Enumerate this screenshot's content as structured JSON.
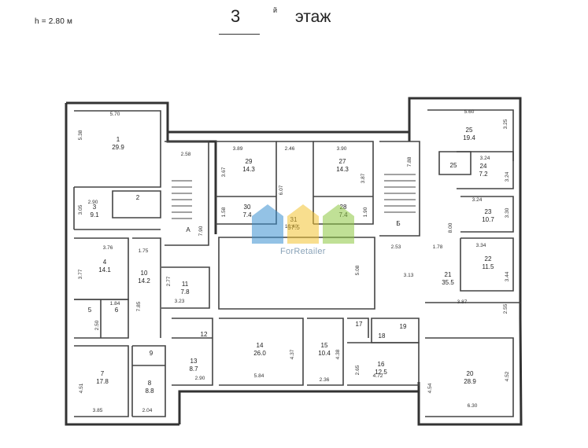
{
  "header": {
    "height_note": "h = 2.80 м",
    "floor_number": "3",
    "floor_suffix": "й",
    "floor_word": "этаж"
  },
  "watermark": {
    "text": "ForRetailer",
    "colors": [
      "#3b8fd0",
      "#f2c232",
      "#8cc63f"
    ]
  },
  "rooms": [
    {
      "num": "1",
      "area": "29.9"
    },
    {
      "num": "2",
      "area": ""
    },
    {
      "num": "3",
      "area": "9.1"
    },
    {
      "num": "4",
      "area": "14.1"
    },
    {
      "num": "5",
      "area": ""
    },
    {
      "num": "6",
      "area": ""
    },
    {
      "num": "7",
      "area": "17.8"
    },
    {
      "num": "8",
      "area": "8.8"
    },
    {
      "num": "9",
      "area": ""
    },
    {
      "num": "10",
      "area": "14.2"
    },
    {
      "num": "11",
      "area": "7.8"
    },
    {
      "num": "12",
      "area": ""
    },
    {
      "num": "13",
      "area": "8.7"
    },
    {
      "num": "14",
      "area": "26.0"
    },
    {
      "num": "15",
      "area": "10.4"
    },
    {
      "num": "16",
      "area": "12.5"
    },
    {
      "num": "17",
      "area": ""
    },
    {
      "num": "18",
      "area": ""
    },
    {
      "num": "19",
      "area": ""
    },
    {
      "num": "20",
      "area": "28.9"
    },
    {
      "num": "21",
      "area": "35.5"
    },
    {
      "num": "22",
      "area": "11.5"
    },
    {
      "num": "23",
      "area": "10.7"
    },
    {
      "num": "24",
      "area": "7.2"
    },
    {
      "num": "25",
      "area": "19.4"
    },
    {
      "num": "25",
      "area": ""
    },
    {
      "num": "27",
      "area": "14.3"
    },
    {
      "num": "28",
      "area": "7.4"
    },
    {
      "num": "29",
      "area": "14.3"
    },
    {
      "num": "30",
      "area": "7.4"
    },
    {
      "num": "31",
      "area": "57.5"
    },
    {
      "num": "А",
      "area": ""
    },
    {
      "num": "Б",
      "area": ""
    }
  ],
  "dimensions": [
    "5.70",
    "5.38",
    "2.58",
    "3.89",
    "3.67",
    "2.46",
    "3.90",
    "7.88",
    "5.60",
    "3.25",
    "3.24",
    "3.24",
    "2.90",
    "3.05",
    "3.76",
    "3.77",
    "1.75",
    "7.90",
    "1.58",
    "6.07",
    "1.90",
    "3.87",
    "3.24",
    "3.30",
    "8.00",
    "3.34",
    "1.78",
    "2.53",
    "10.40",
    "5.08",
    "2.77",
    "3.23",
    "7.85",
    "1.84",
    "2.50",
    "3.13",
    "3.44",
    "3.87",
    "2.55",
    "4.37",
    "4.38",
    "2.65",
    "4.72",
    "2.36",
    "5.84",
    "2.90",
    "4.51",
    "3.85",
    "2.04",
    "4.54",
    "6.30",
    "4.52"
  ]
}
